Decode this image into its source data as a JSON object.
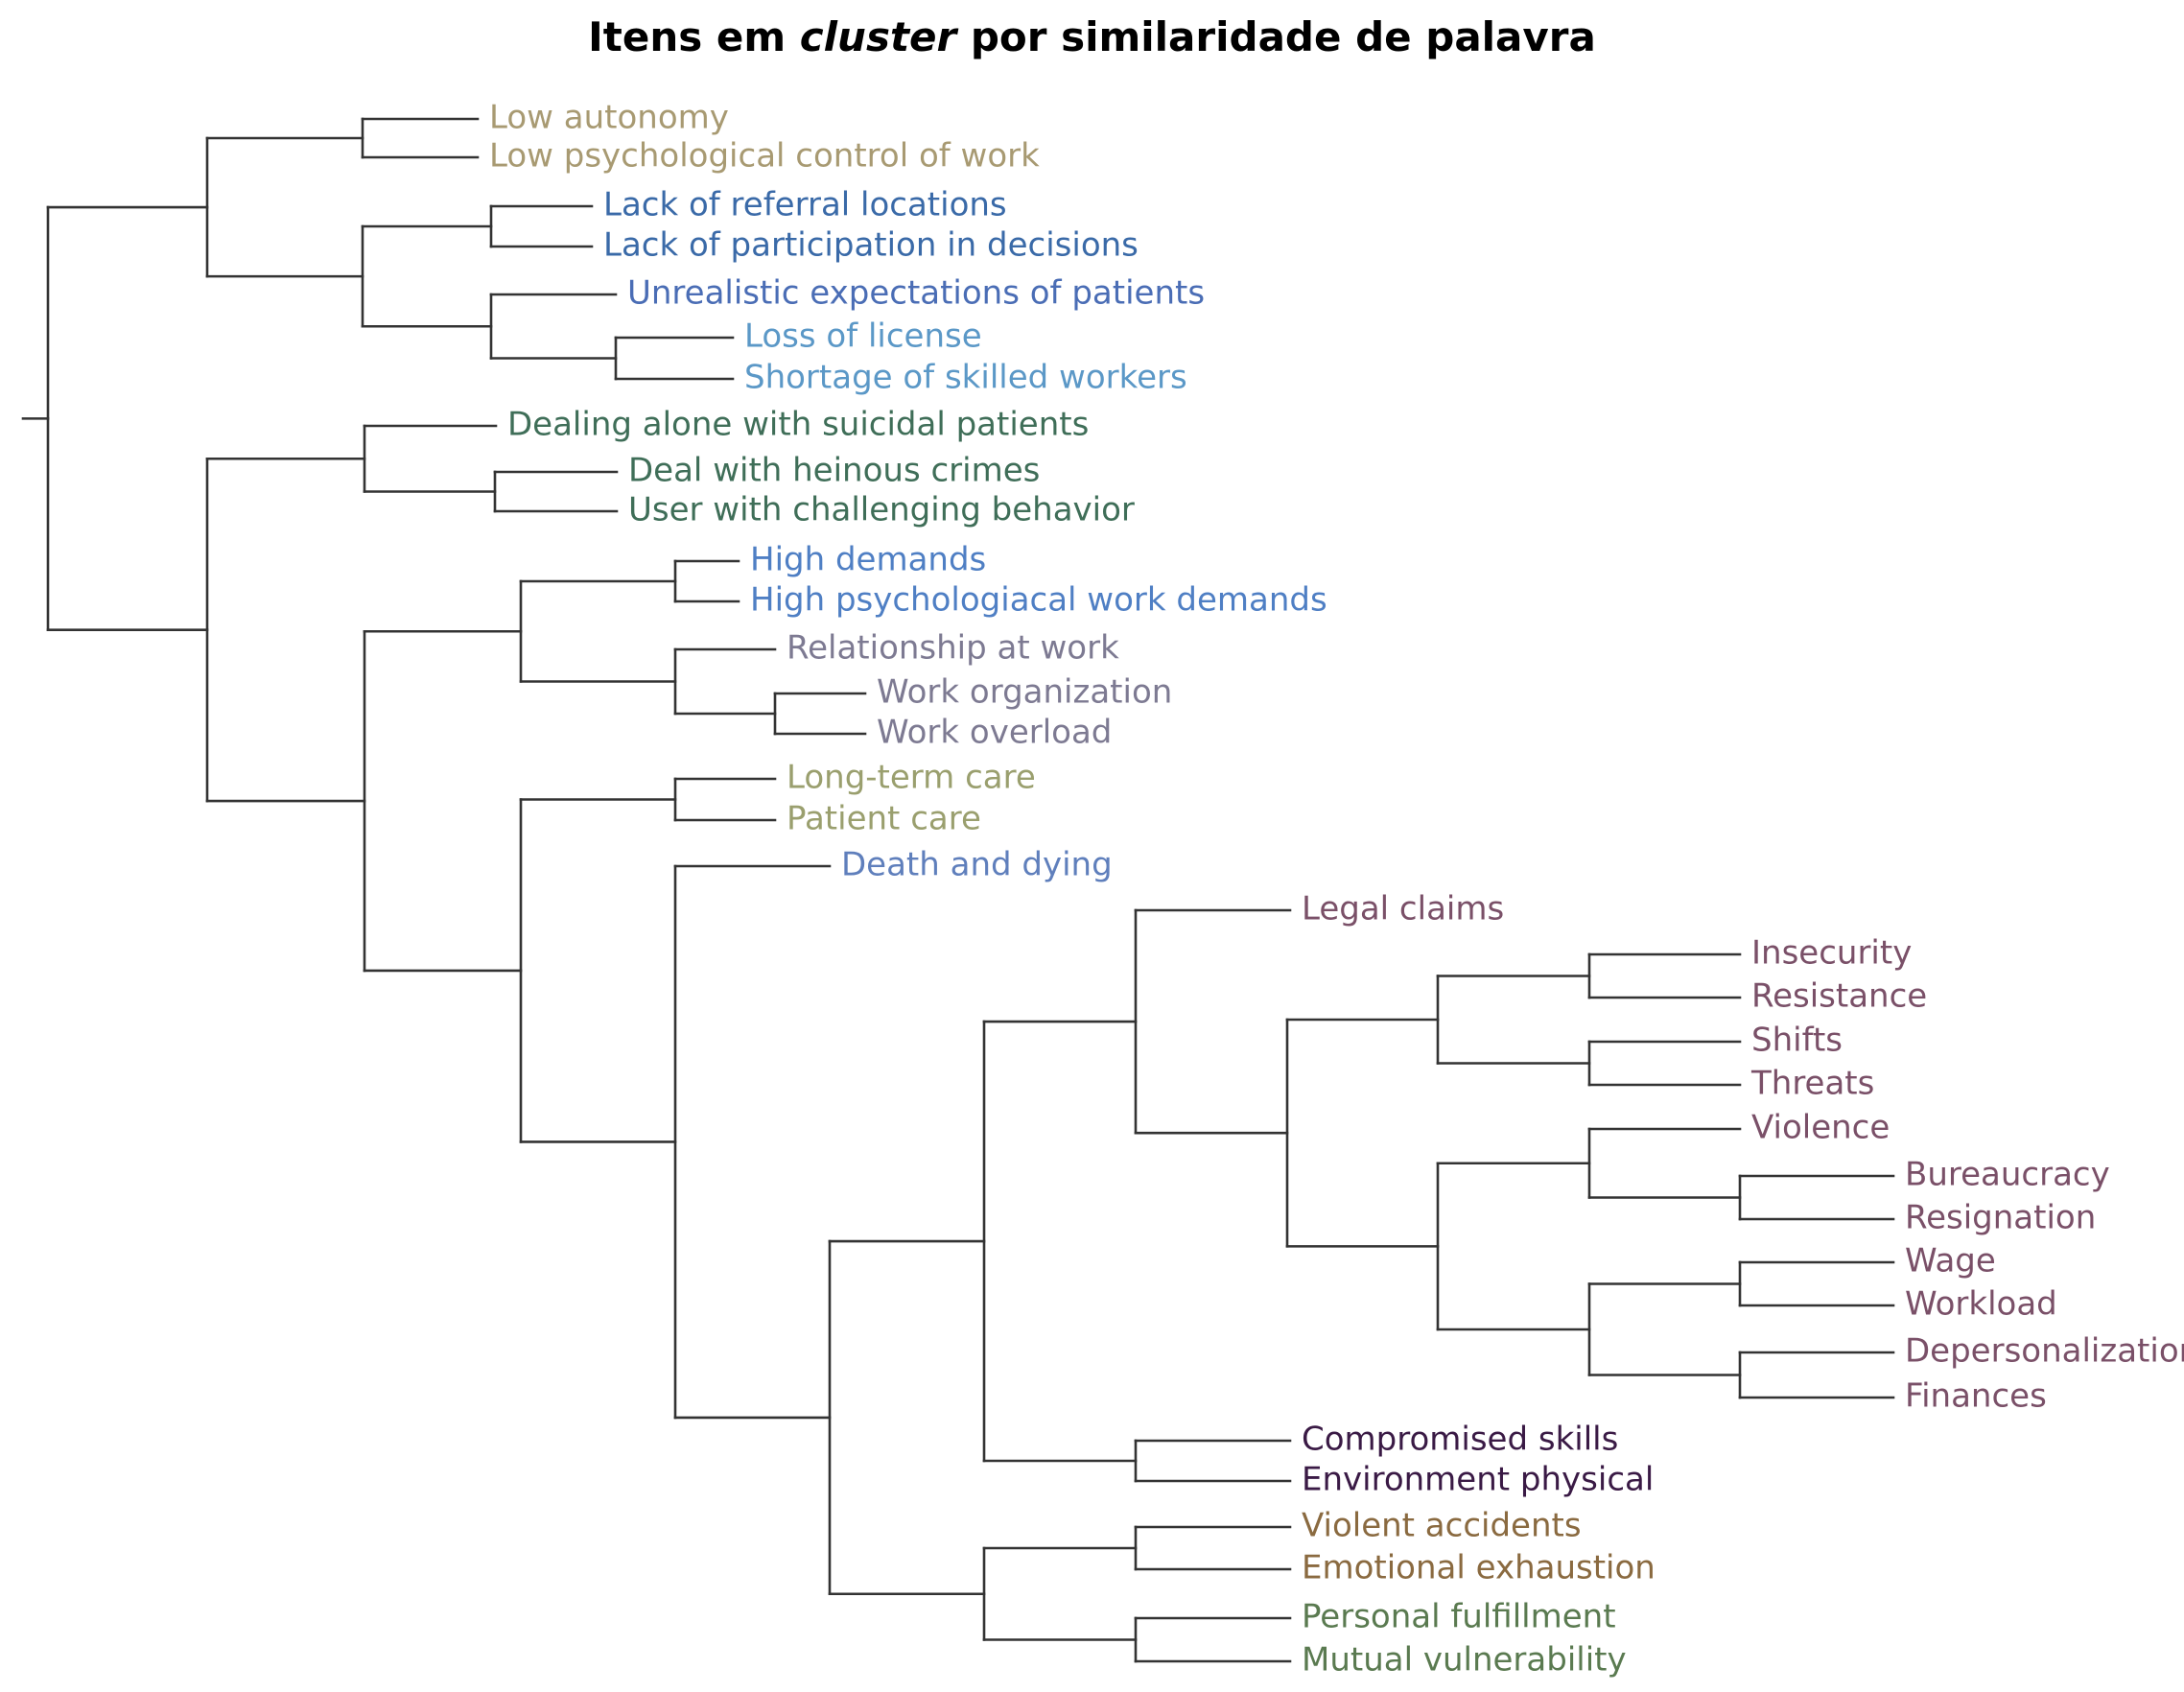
{
  "title_parts": [
    "Itens em ",
    "cluster",
    " por similaridade de palavra"
  ],
  "colors": {
    "edge": "#333333",
    "c_autonomy": "#a89a72",
    "c_blue_dark": "#3a6aa8",
    "c_blue_mid": "#4a6db5",
    "c_blue_light": "#5b98c7",
    "c_green_dark": "#3f6e58",
    "c_blue_demands": "#4f7fc4",
    "c_gray_purple": "#7d7a92",
    "c_olive": "#9a9f6e",
    "c_blue_death": "#5f7fbc",
    "c_mauve": "#7a5068",
    "c_dark_purple": "#3a1a45",
    "c_brown": "#8a6a40",
    "c_green_olive": "#5a7a50"
  },
  "leaves": [
    {
      "id": "low_autonomy",
      "label": "Low autonomy",
      "color": "c_autonomy"
    },
    {
      "id": "low_psych_control",
      "label": "Low psychological control of work",
      "color": "c_autonomy"
    },
    {
      "id": "lack_referral",
      "label": "Lack of referral locations",
      "color": "c_blue_dark"
    },
    {
      "id": "lack_participation",
      "label": "Lack of participation in decisions",
      "color": "c_blue_dark"
    },
    {
      "id": "unrealistic",
      "label": "Unrealistic expectations of patients",
      "color": "c_blue_mid"
    },
    {
      "id": "loss_license",
      "label": "Loss of license",
      "color": "c_blue_light"
    },
    {
      "id": "shortage",
      "label": "Shortage of skilled workers",
      "color": "c_blue_light"
    },
    {
      "id": "dealing_alone",
      "label": "Dealing alone with suicidal patients",
      "color": "c_green_dark"
    },
    {
      "id": "heinous",
      "label": "Deal with heinous crimes",
      "color": "c_green_dark"
    },
    {
      "id": "user_challenging",
      "label": "User with challenging behavior",
      "color": "c_green_dark"
    },
    {
      "id": "high_demands",
      "label": "High demands",
      "color": "c_blue_demands"
    },
    {
      "id": "high_psych_demands",
      "label": "High psychologiacal work demands",
      "color": "c_blue_demands"
    },
    {
      "id": "relationship",
      "label": "Relationship at work",
      "color": "c_gray_purple"
    },
    {
      "id": "work_org",
      "label": "Work organization",
      "color": "c_gray_purple"
    },
    {
      "id": "work_overload",
      "label": "Work overload",
      "color": "c_gray_purple"
    },
    {
      "id": "long_term",
      "label": "Long-term care",
      "color": "c_olive"
    },
    {
      "id": "patient_care",
      "label": "Patient care",
      "color": "c_olive"
    },
    {
      "id": "death",
      "label": "Death and dying",
      "color": "c_blue_death"
    },
    {
      "id": "legal",
      "label": "Legal claims",
      "color": "c_mauve"
    },
    {
      "id": "insecurity",
      "label": "Insecurity",
      "color": "c_mauve"
    },
    {
      "id": "resistance",
      "label": "Resistance",
      "color": "c_mauve"
    },
    {
      "id": "shifts",
      "label": "Shifts",
      "color": "c_mauve"
    },
    {
      "id": "threats",
      "label": "Threats",
      "color": "c_mauve"
    },
    {
      "id": "violence",
      "label": "Violence",
      "color": "c_mauve"
    },
    {
      "id": "bureaucracy",
      "label": "Bureaucracy",
      "color": "c_mauve"
    },
    {
      "id": "resignation",
      "label": "Resignation",
      "color": "c_mauve"
    },
    {
      "id": "wage",
      "label": "Wage",
      "color": "c_mauve"
    },
    {
      "id": "workload",
      "label": "Workload",
      "color": "c_mauve"
    },
    {
      "id": "depersonalization",
      "label": "Depersonalization",
      "color": "c_mauve"
    },
    {
      "id": "finances",
      "label": "Finances",
      "color": "c_mauve"
    },
    {
      "id": "compromised",
      "label": "Compromised skills",
      "color": "c_dark_purple"
    },
    {
      "id": "env_physical",
      "label": "Environment physical",
      "color": "c_dark_purple"
    },
    {
      "id": "violent_acc",
      "label": "Violent accidents",
      "color": "c_brown"
    },
    {
      "id": "emotional",
      "label": "Emotional exhaustion",
      "color": "c_brown"
    },
    {
      "id": "personal",
      "label": "Personal fulfillment",
      "color": "c_green_olive"
    },
    {
      "id": "mutual",
      "label": "Mutual vulnerability",
      "color": "c_green_olive"
    }
  ],
  "merges": [
    {
      "id": "n_auto",
      "children": [
        "low_autonomy",
        "low_psych_control"
      ]
    },
    {
      "id": "n_lack",
      "children": [
        "lack_referral",
        "lack_participation"
      ]
    },
    {
      "id": "n_loss",
      "children": [
        "loss_license",
        "shortage"
      ]
    },
    {
      "id": "n_unreal",
      "children": [
        "unrealistic",
        "n_loss"
      ]
    },
    {
      "id": "n_blue",
      "children": [
        "n_lack",
        "n_unreal"
      ]
    },
    {
      "id": "n_top",
      "children": [
        "n_auto",
        "n_blue"
      ]
    },
    {
      "id": "n_heinous",
      "children": [
        "heinous",
        "user_challenging"
      ]
    },
    {
      "id": "n_green",
      "children": [
        "dealing_alone",
        "n_heinous"
      ]
    },
    {
      "id": "n_highd",
      "children": [
        "high_demands",
        "high_psych_demands"
      ]
    },
    {
      "id": "n_worko",
      "children": [
        "work_org",
        "work_overload"
      ]
    },
    {
      "id": "n_rel",
      "children": [
        "relationship",
        "n_worko"
      ]
    },
    {
      "id": "n_demand",
      "children": [
        "n_highd",
        "n_rel"
      ]
    },
    {
      "id": "n_care",
      "children": [
        "long_term",
        "patient_care"
      ]
    },
    {
      "id": "n_ins",
      "children": [
        "insecurity",
        "resistance"
      ]
    },
    {
      "id": "n_shift",
      "children": [
        "shifts",
        "threats"
      ]
    },
    {
      "id": "n_ins_shift",
      "children": [
        "n_ins",
        "n_shift"
      ]
    },
    {
      "id": "n_bur",
      "children": [
        "bureaucracy",
        "resignation"
      ]
    },
    {
      "id": "n_viol",
      "children": [
        "violence",
        "n_bur"
      ]
    },
    {
      "id": "n_wage",
      "children": [
        "wage",
        "workload"
      ]
    },
    {
      "id": "n_dep",
      "children": [
        "depersonalization",
        "finances"
      ]
    },
    {
      "id": "n_wage_dep",
      "children": [
        "n_wage",
        "n_dep"
      ]
    },
    {
      "id": "n_viol_wage",
      "children": [
        "n_viol",
        "n_wage_dep"
      ]
    },
    {
      "id": "n_mid",
      "children": [
        "n_ins_shift",
        "n_viol_wage"
      ]
    },
    {
      "id": "n_legal",
      "children": [
        "legal",
        "n_mid"
      ]
    },
    {
      "id": "n_comp",
      "children": [
        "compromised",
        "env_physical"
      ]
    },
    {
      "id": "n_legal_comp",
      "children": [
        "n_legal",
        "n_comp"
      ]
    },
    {
      "id": "n_vacc",
      "children": [
        "violent_acc",
        "emotional"
      ]
    },
    {
      "id": "n_pers",
      "children": [
        "personal",
        "mutual"
      ]
    },
    {
      "id": "n_vacc_pers",
      "children": [
        "n_vacc",
        "n_pers"
      ]
    },
    {
      "id": "n_big",
      "children": [
        "n_legal_comp",
        "n_vacc_pers"
      ]
    },
    {
      "id": "n_death",
      "children": [
        "death",
        "n_big"
      ]
    },
    {
      "id": "n_care_death",
      "children": [
        "n_care",
        "n_death"
      ]
    },
    {
      "id": "n_dem_care",
      "children": [
        "n_demand",
        "n_care_death"
      ]
    },
    {
      "id": "n_bottom",
      "children": [
        "n_green",
        "n_dem_care"
      ]
    },
    {
      "id": "n_root",
      "children": [
        "n_top",
        "n_bottom"
      ]
    }
  ]
}
